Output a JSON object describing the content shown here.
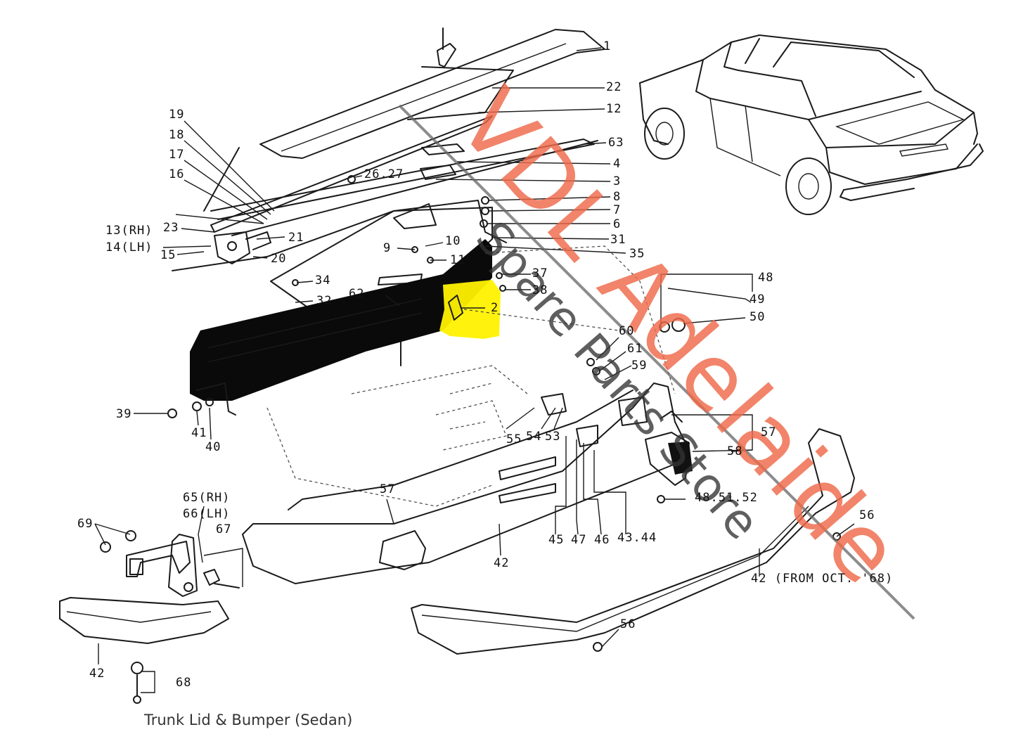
{
  "caption": "Trunk Lid & Bumper (Sedan)",
  "watermark": {
    "main": "VDL Adelaide",
    "sub": "Spare Parts Store",
    "color": "#ee6a4a"
  },
  "highlight_color": "#fff200",
  "labels": {
    "p1": "1",
    "p22": "22",
    "p12": "12",
    "p63": "63",
    "p4": "4",
    "p3": "3",
    "p8": "8",
    "p7": "7",
    "p6": "6",
    "p31": "31",
    "p35": "35",
    "p19": "19",
    "p18": "18",
    "p17": "17",
    "p16": "16",
    "p2627": "26.27",
    "p13": "13(RH)",
    "p23": "23",
    "p21": "21",
    "p14": "14(LH)",
    "p15": "15",
    "p20": "20",
    "p9": "9",
    "p10": "10",
    "p11": "11",
    "p34": "34",
    "p32": "32",
    "p62": "62",
    "p2": "2",
    "p37": "37",
    "p38": "38",
    "p48": "48",
    "p49": "49",
    "p50": "50",
    "p60": "60",
    "p61": "61",
    "p59": "59",
    "p39": "39",
    "p41": "41",
    "p40": "40",
    "p55": "55",
    "p54": "54",
    "p53": "53",
    "p57a": "57",
    "p58": "58",
    "p485152": "48.51.52",
    "p57b": "57",
    "p42a": "42",
    "p45": "45",
    "p47": "47",
    "p46": "46",
    "p4344": "43.44",
    "p56a": "56",
    "p42b": "42 (FROM OCT. '68)",
    "p65": "65(RH)",
    "p66": "66(LH)",
    "p69": "69",
    "p67": "67",
    "p42c": "42",
    "p68": "68",
    "p56b": "56"
  }
}
